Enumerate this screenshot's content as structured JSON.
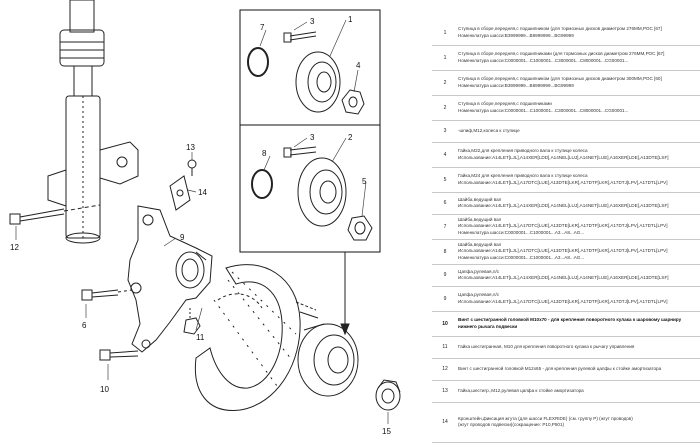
{
  "callouts": [
    "1",
    "2",
    "3",
    "4",
    "5",
    "6",
    "7",
    "8",
    "9",
    "10",
    "11",
    "12",
    "13",
    "14",
    "15"
  ],
  "parts": [
    {
      "num": "1",
      "bold": false,
      "lines": [
        "Ступица в сборе,передняя,с подшипником (для тормозных дисков диаметром 276ММ,РОС [67]",
        "Номенклатура шасси:В3999999...В8999999...ВG99999"
      ]
    },
    {
      "num": "1",
      "bold": false,
      "lines": [
        "Ступица в сборе,передняя,с подшипниками (для тормозных дисков диаметром 276ММ,РОС [67]",
        "Номенклатура шасси:С0000001...С1000001...С3000001...С8000001...СG00001..."
      ]
    },
    {
      "num": "2",
      "bold": false,
      "lines": [
        "Ступица в сборе,передняя,с подшипником (для тормозных дисков диаметром 300ММ,РОС [60]",
        "Номенклатура шасси:В3999999...В8999999...ВG99999"
      ]
    },
    {
      "num": "2",
      "bold": false,
      "lines": [
        "Ступица в сборе,передняя,с подшипниками",
        "Номенклатура шасси:С0000001...С1000001...С3000001...С8000001...СG00001..."
      ]
    },
    {
      "num": "3",
      "bold": false,
      "lines": [
        "-шпиф,М12,колеса к ступице"
      ]
    },
    {
      "num": "4",
      "bold": false,
      "lines": [
        "Гайка,М22,для крепления приводного вала к ступице колеса",
        "Использование:А14LET[LJL],А14XER[LDD],А14NEL[LUJ],А14NET[LUE],А16XER[LDE],А13DTE[LSF]"
      ]
    },
    {
      "num": "5",
      "bold": false,
      "lines": [
        "Гайка,М24 для крепления приводного вала к ступице колеса",
        "Использование:А14LET[LJL],А17DTC[LUE],А13DTE[LKR],А17DTF[LKR],А17DTJ[LPV],А17DTL[LPV]"
      ]
    },
    {
      "num": "6",
      "bold": false,
      "lines": [
        "Шайба,ведущий вал",
        "Использование:А14LET[LJL],А14XER[LDD],А14NEL[LUJ],А14NET[LUE],А16XER[LDE],А13DTE[LSF]"
      ]
    },
    {
      "num": "7",
      "bold": false,
      "lines": [
        "Шайба,ведущий вал",
        "Использование:А14LET[LJL],А17DTC[LUE],А13DTE[LKR],А17DTF[LKR],А17DTJ[LPV],А17DTL[LPV]",
        "Номенклатура шасси:С0000001...С1000001...А3...А8...АG..."
      ]
    },
    {
      "num": "8",
      "bold": false,
      "lines": [
        "Шайба,ведущий вал",
        "Использование:А14LET[LJL],А17DTC[LUE],А13DTE[LKR],А17DTF[LKR],А17DTJ[LPV],А17DTL[LPV]",
        "Номенклатура шасси:С0000001...С1000001...А3...А8...АG..."
      ]
    },
    {
      "num": "9",
      "bold": false,
      "lines": [
        "Цапфа,рулевая,л/с",
        "Использование:А14LET[LJL],А14XER[LDD],А14NEL[LUJ],А14NET[LUE],А16XER[LDE],А13DTE[LSF]"
      ]
    },
    {
      "num": "9",
      "bold": false,
      "lines": [
        "Цапфа,рулевая,л/с",
        "Использование:А14LET[LJL],А17DTC[LUE],А13DTE[LKR],А17DTF[LKR],А17DTJ[LPV],А17DTL[LPV]"
      ]
    },
    {
      "num": "10",
      "bold": true,
      "lines": [
        "Винт с шестигранной головкой М10х70 - для крепления поворотного кулака к шаровому шарниру",
        "нижнего рычага подвески"
      ]
    },
    {
      "num": "11",
      "bold": false,
      "lines": [
        "Гайка шестигранная, М10 для крепления поворотного кулака к рычагу управления"
      ]
    },
    {
      "num": "12",
      "bold": false,
      "lines": [
        "Винт с шестигранной головкой М12х65 - для крепления рулевой цапфы к стойке амортизатора"
      ]
    },
    {
      "num": "13",
      "bold": false,
      "lines": [
        "Гайка,шестигр.,М12,рулевая цапфа к стойке амортизатора"
      ]
    },
    {
      "num": "14",
      "bold": false,
      "lines": [
        "Кронштейн,фиксация жгута (для шасси FLEXRIDE) (см. группу Р) (жгут проводов)",
        "(жгут проводов подвески)(сокращение: Р10,Р501)"
      ]
    }
  ]
}
